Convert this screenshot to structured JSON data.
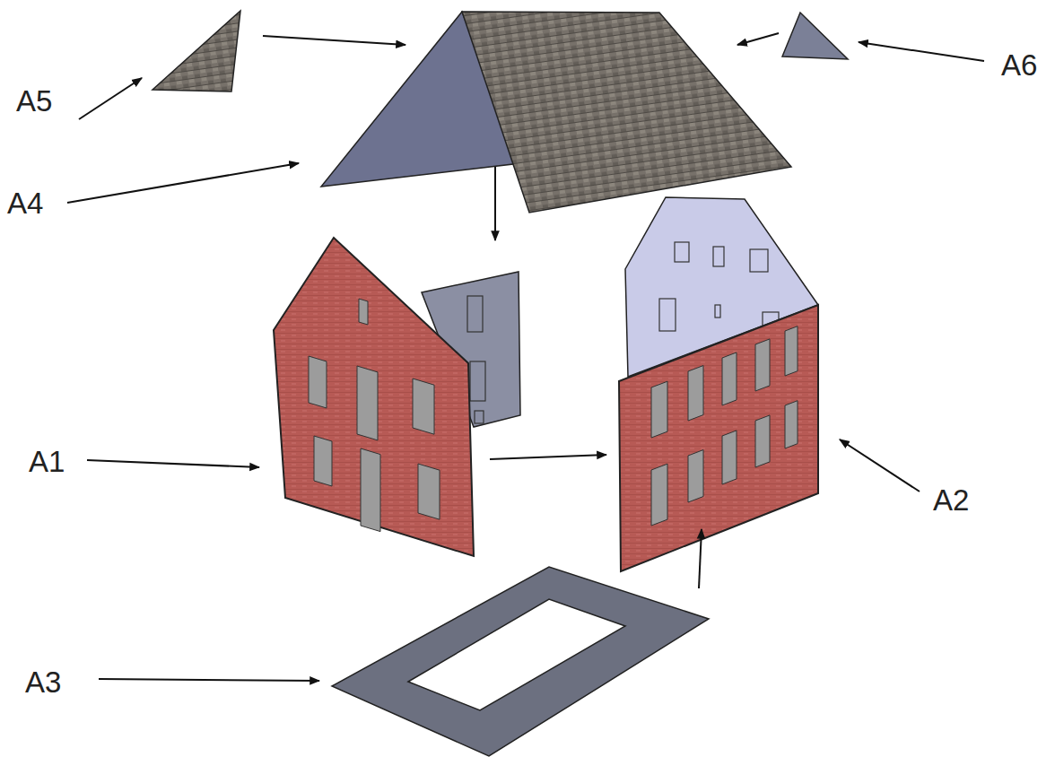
{
  "diagram": {
    "labels": [
      "A6",
      "A5",
      "A4",
      "A1",
      "A2",
      "A3"
    ]
  }
}
